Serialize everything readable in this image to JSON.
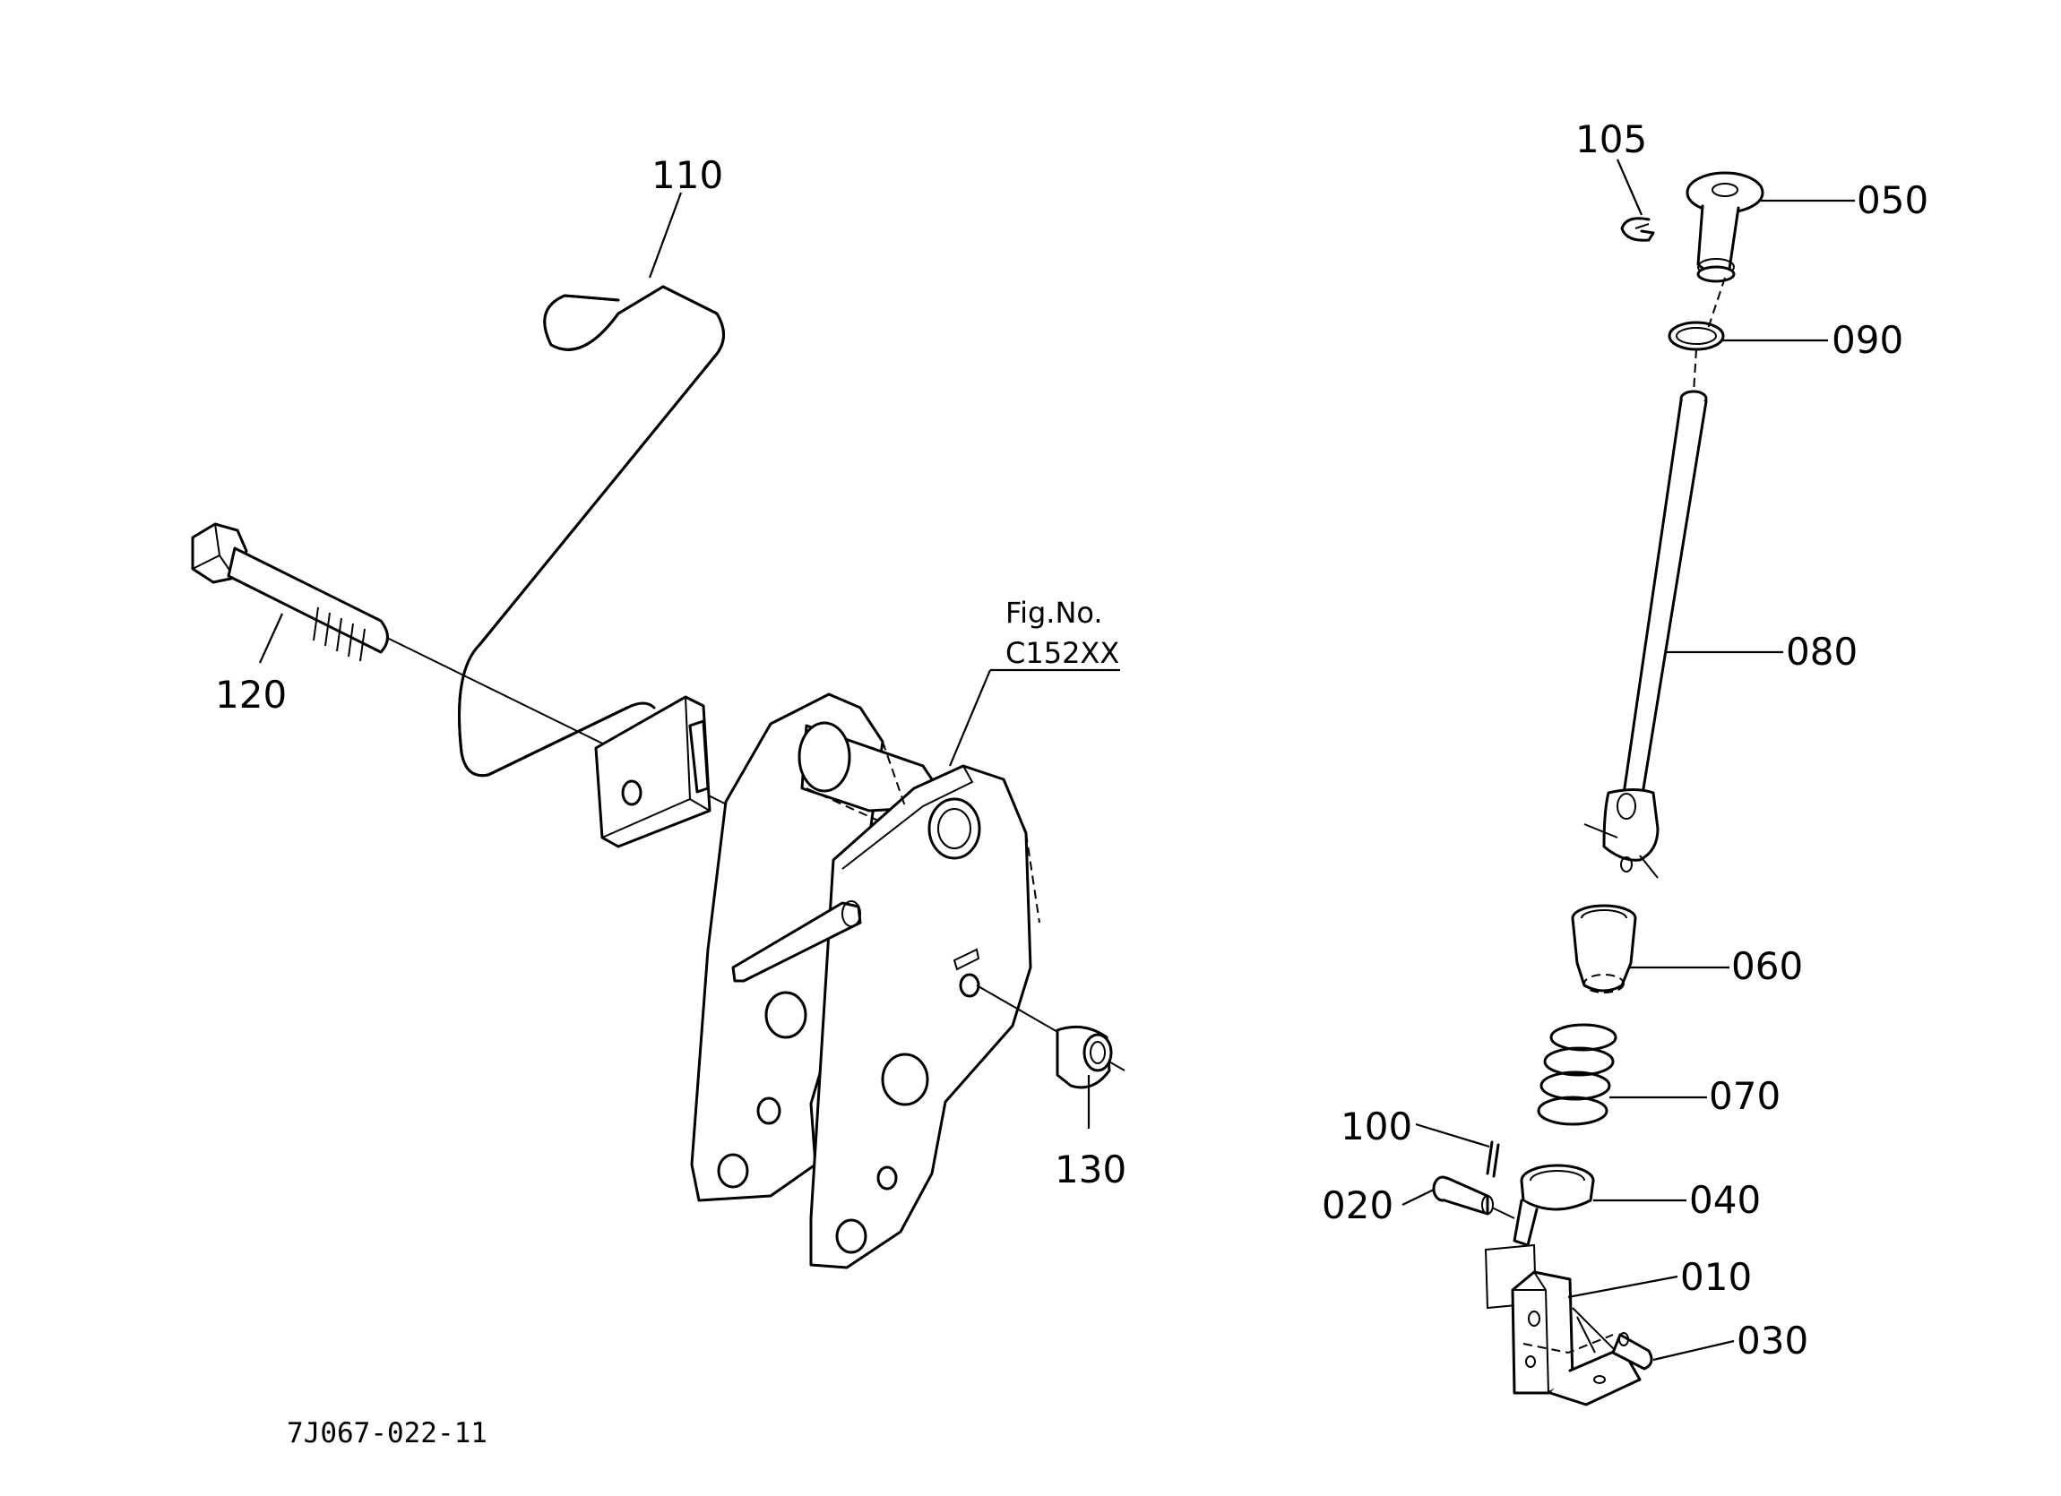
{
  "figure_ref": {
    "line1": "Fig.No.",
    "line2": "C152XX"
  },
  "drawing_code": "7J067-022-11",
  "callouts": {
    "p110": "110",
    "p120": "120",
    "p130": "130",
    "p105": "105",
    "p050": "050",
    "p090": "090",
    "p080": "080",
    "p060": "060",
    "p070": "070",
    "p100": "100",
    "p020": "020",
    "p040": "040",
    "p010": "010",
    "p030": "030"
  }
}
